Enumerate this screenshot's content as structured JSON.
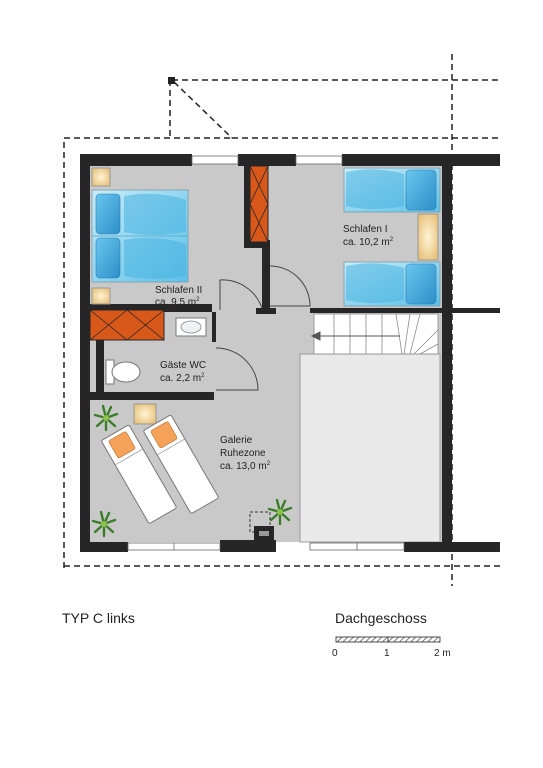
{
  "rooms": [
    {
      "name": "Schlafen II",
      "area": "ca. 9,5 m",
      "sup": "2"
    },
    {
      "name": "Schlafen I",
      "area": "ca. 10,2 m",
      "sup": "2"
    },
    {
      "name": "Gäste WC",
      "area": "ca. 2,2 m",
      "sup": "2"
    },
    {
      "name": "Galerie",
      "name2": "Ruhezone",
      "area": "ca. 13,0 m",
      "sup": "2"
    }
  ],
  "footer": {
    "type_label": "TYP C links",
    "floor_label": "Dachgeschoss"
  },
  "scale_bar": {
    "ticks": [
      "0",
      "1",
      "2 m"
    ]
  },
  "colors": {
    "wall": "#262626",
    "floor": "#c9c9c9",
    "wardrobe": "#d8581a",
    "bed_sheet": "#8fd3ec",
    "pillow": "#3fa9dc",
    "lamp": "#f5d9a0"
  }
}
